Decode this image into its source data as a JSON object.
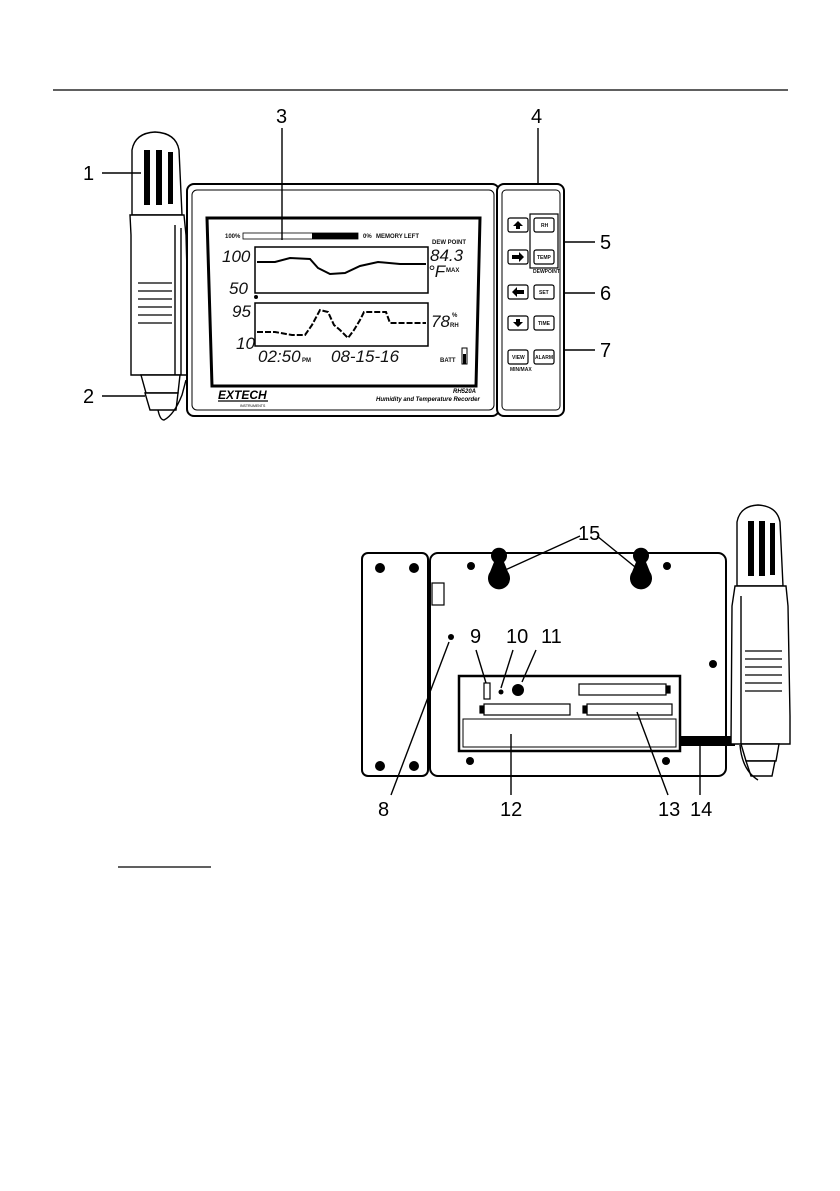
{
  "callouts": {
    "c1": "1",
    "c2": "2",
    "c3": "3",
    "c4": "4",
    "c5": "5",
    "c6": "6",
    "c7": "7",
    "c8": "8",
    "c9": "9",
    "c10": "10",
    "c11": "11",
    "c12": "12",
    "c13": "13",
    "c14": "14",
    "c15": "15"
  },
  "lcd": {
    "memory_full": "100%",
    "memory_empty": "0%",
    "memory_label": "MEMORY",
    "memory_left": "LEFT",
    "temp_high": "100",
    "temp_low": "50",
    "rh_high": "95",
    "rh_low": "10",
    "dew_point": "DEW POINT",
    "temp_value": "84.3",
    "temp_unit": "°F",
    "max_label": "MAX",
    "rh_value": "78",
    "rh_percent": "%",
    "rh_unit": "RH",
    "time": "02:50",
    "ampm": "PM",
    "date": "08-15-16",
    "batt": "BATT"
  },
  "branding": {
    "logo": "EXTECH",
    "logo_sub": "INSTRUMENTS",
    "model": "RH520A",
    "subtitle": "Humidity and Temperature Recorder"
  },
  "buttons": {
    "rh": "RH",
    "temp": "TEMP",
    "dewpoint": "DEWPOINT",
    "set": "SET",
    "time": "TIME",
    "view": "VIEW",
    "view_sub": "MIN/MAX",
    "alarm": "ALARM"
  }
}
